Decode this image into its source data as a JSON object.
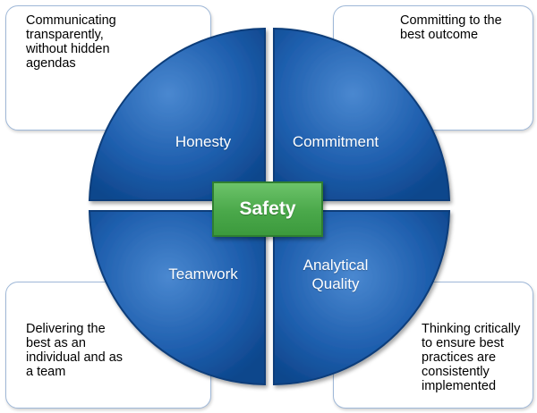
{
  "callouts": {
    "top_left": "Communicating\ntransparently,\nwithout hidden\nagendas",
    "top_right": "Committing to the\nbest outcome",
    "bottom_left": "Delivering the\nbest as an\nindividual and as\na team",
    "bottom_right": "Thinking critically\nto ensure best\npractices are\nconsistently\nimplemented"
  },
  "quadrants": {
    "top_left": "Honesty",
    "top_right": "Commitment",
    "bottom_left": "Teamwork",
    "bottom_right": "Analytical\nQuality"
  },
  "center": {
    "label": "Safety"
  },
  "colors": {
    "quadrant_fill_light": "#3a78c2",
    "quadrant_fill_dark": "#0f4c95",
    "quadrant_border": "#0a3d7a",
    "center_fill": "#4aa84a",
    "callout_border": "#9fb8d8"
  }
}
